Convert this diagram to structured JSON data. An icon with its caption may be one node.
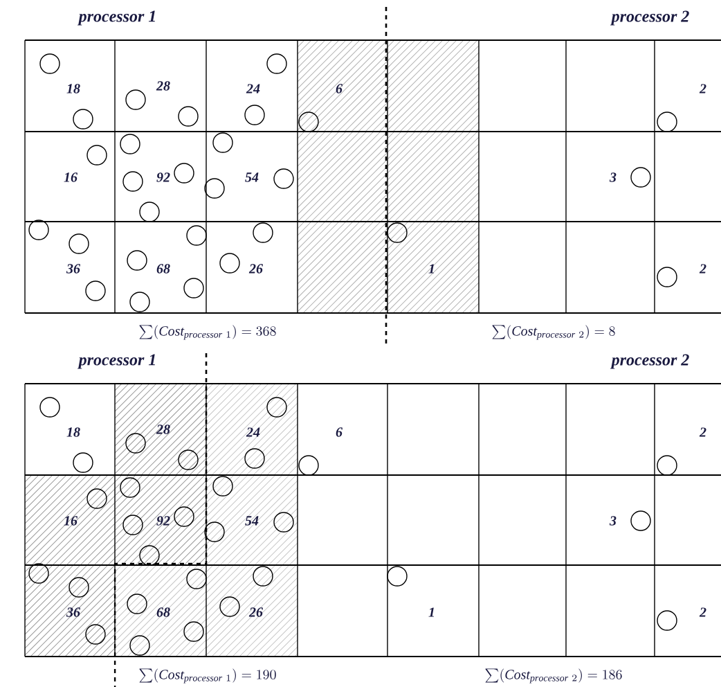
{
  "diagram": {
    "labels": [
      "processor 1",
      "processor 2",
      "18",
      "28",
      "24",
      "6",
      "2",
      "16",
      "92",
      "54",
      "3",
      "36",
      "68",
      "26",
      "1",
      "2",
      "\\sum(\\mathit{Cost}_{\\mathit{processor}\\ 1})=368",
      "\\sum(\\mathit{Cost}_{\\mathit{processor}\\ 2})=8",
      "processor 1",
      "processor 2",
      "18",
      "28",
      "24",
      "6",
      "2",
      "16",
      "92",
      "54",
      "3",
      "36",
      "68",
      "26",
      "1",
      "2",
      "\\sum(\\mathit{Cost}_{\\mathit{processor}\\ 1})=190",
      "\\sum(\\mathit{Cost}_{\\mathit{processor}\\ 2})=186"
    ]
  }
}
